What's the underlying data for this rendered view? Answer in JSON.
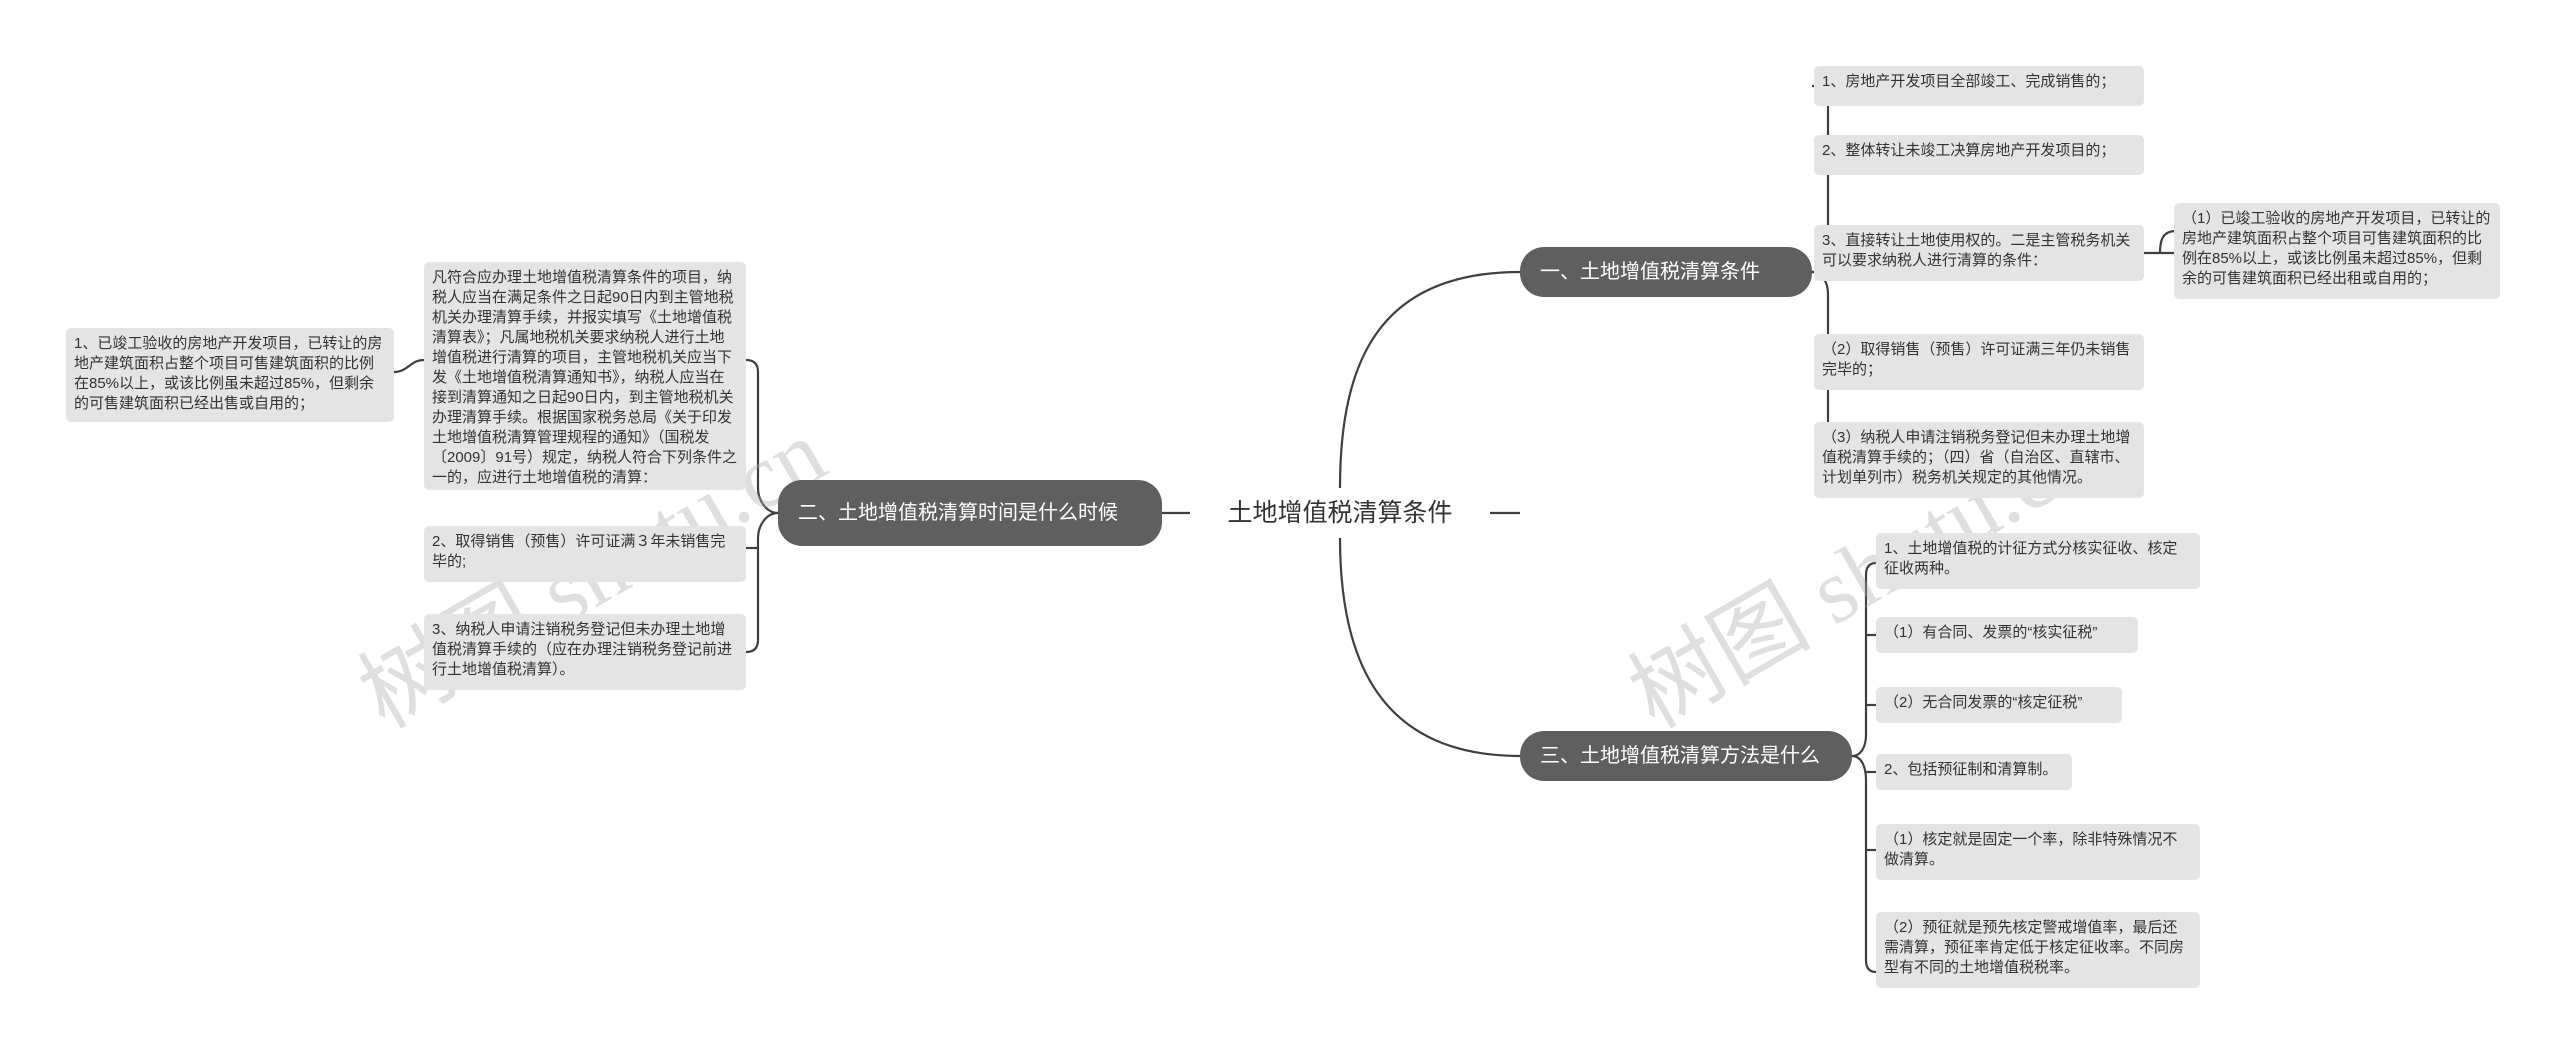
{
  "root": {
    "title": "土地增值税清算条件"
  },
  "branches": {
    "b1": {
      "label": "一、土地增值税清算条件",
      "items": [
        "1、房地产开发项目全部竣工、完成销售的；",
        "2、整体转让未竣工决算房地产开发项目的；",
        "3、直接转让土地使用权的。二是主管税务机关可以要求纳税人进行清算的条件：",
        "（2）取得销售（预售）许可证满三年仍未销售完毕的；",
        "（3）纳税人申请注销税务登记但未办理土地增值税清算手续的；（四）省（自治区、直辖市、计划单列市）税务机关规定的其他情况。"
      ],
      "sub": "（1）已竣工验收的房地产开发项目，已转让的房地产建筑面积占整个项目可售建筑面积的比例在85%以上，或该比例虽未超过85%，但剩余的可售建筑面积已经出租或自用的；"
    },
    "b2": {
      "label": "二、土地增值税清算时间是什么时候",
      "items": [
        "凡符合应办理土地增值税清算条件的项目，纳税人应当在满足条件之日起90日内到主管地税机关办理清算手续，并报实填写《土地增值税清算表》；凡属地税机关要求纳税人进行土地增值税进行清算的项目，主管地税机关应当下发《土地增值税清算通知书》，纳税人应当在接到清算通知之日起90日内，到主管地税机关办理清算手续。根据国家税务总局《关于印发土地增值税清算管理规程的通知》（国税发〔2009〕91号）规定，纳税人符合下列条件之一的，应进行土地增值税的清算：",
        "2、取得销售（预售）许可证满３年未销售完毕的;",
        "3、纳税人申请注销税务登记但未办理土地增值税清算手续的（应在办理注销税务登记前进行土地增值税清算）。"
      ],
      "sub": "1、已竣工验收的房地产开发项目，已转让的房地产建筑面积占整个项目可售建筑面积的比例在85%以上，或该比例虽未超过85%，但剩余的可售建筑面积已经出售或自用的；"
    },
    "b3": {
      "label": "三、土地增值税清算方法是什么",
      "items": [
        "1、土地增值税的计征方式分核实征收、核定征收两种。",
        "（1）有合同、发票的“核实征税”",
        "（2）无合同发票的“核定征税”",
        "2、包括预征制和清算制。",
        "（1）核定就是固定一个率，除非特殊情况不做清算。",
        "（2）预征就是预先核定警戒增值率，最后还需清算，预征率肯定低于核定征收率。不同房型有不同的土地增值税税率。"
      ]
    }
  },
  "watermarks": [
    "树图 shutu.cn",
    "树图 shutu.cn"
  ]
}
